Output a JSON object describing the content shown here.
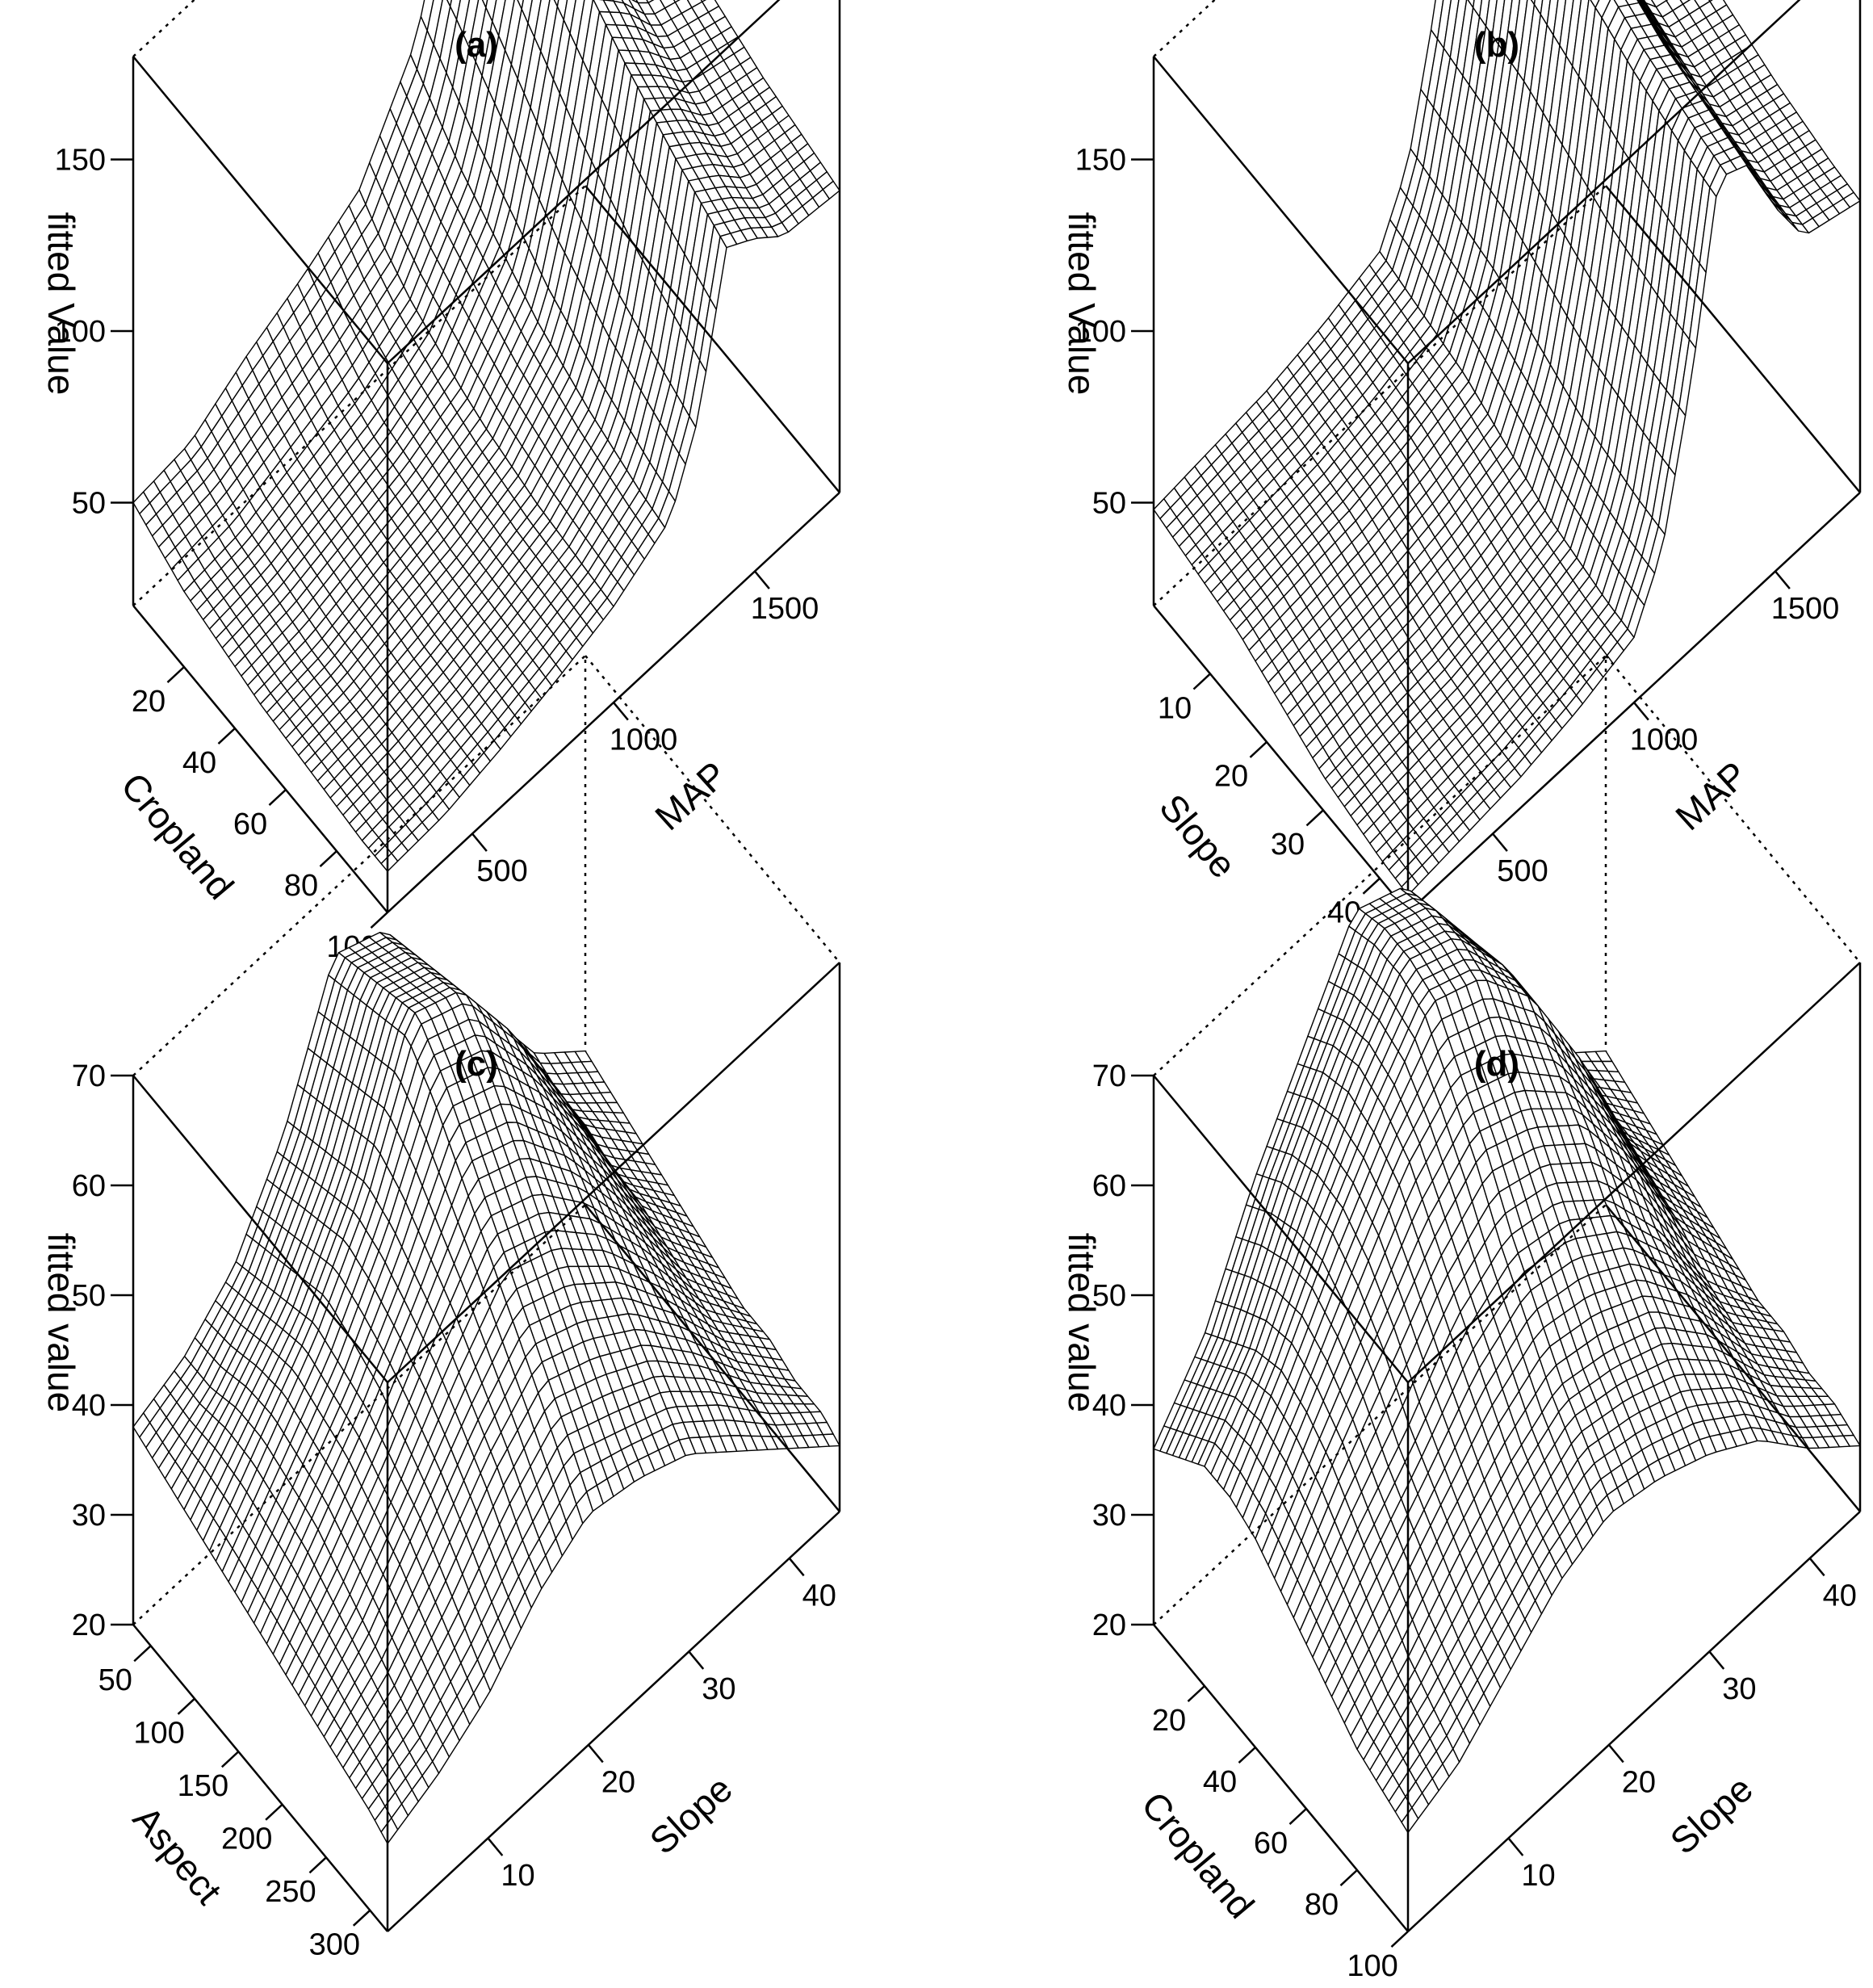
{
  "chart_data": [
    {
      "type": "surface",
      "title": "(a)",
      "xlabel": "MAP",
      "ylabel": "Cropland",
      "zlabel": "fitted Value",
      "xlim": [
        200,
        1800
      ],
      "ylim": [
        0,
        100
      ],
      "zlim": [
        20,
        180
      ],
      "xticks": [
        500,
        1000,
        1500
      ],
      "yticks": [
        20,
        40,
        60,
        80,
        100
      ],
      "zticks": [
        50,
        100,
        150
      ],
      "x": [
        200,
        400,
        600,
        800,
        1000,
        1200,
        1300,
        1400,
        1500,
        1600,
        1800
      ],
      "y": [
        0,
        10,
        20,
        30,
        40,
        50,
        60,
        70,
        80,
        90,
        100
      ],
      "z": [
        [
          50,
          52,
          62,
          70,
          80,
          108,
          140,
          176,
          166,
          150,
          140
        ],
        [
          46,
          48,
          55,
          62,
          72,
          100,
          135,
          170,
          160,
          145,
          136
        ],
        [
          42,
          44,
          50,
          56,
          66,
          92,
          128,
          164,
          154,
          140,
          132
        ],
        [
          40,
          42,
          47,
          52,
          62,
          86,
          120,
          158,
          148,
          135,
          128
        ],
        [
          38,
          40,
          45,
          50,
          58,
          80,
          112,
          152,
          142,
          130,
          124
        ],
        [
          36,
          38,
          43,
          48,
          55,
          74,
          104,
          146,
          138,
          126,
          120
        ],
        [
          35,
          37,
          42,
          46,
          53,
          70,
          98,
          140,
          132,
          122,
          117
        ],
        [
          34,
          36,
          40,
          45,
          51,
          66,
          92,
          135,
          128,
          118,
          114
        ],
        [
          33,
          35,
          39,
          44,
          50,
          63,
          88,
          130,
          124,
          115,
          112
        ],
        [
          32,
          34,
          38,
          43,
          49,
          60,
          84,
          126,
          120,
          112,
          110
        ],
        [
          32,
          33,
          37,
          42,
          48,
          58,
          80,
          122,
          117,
          110,
          108
        ]
      ]
    },
    {
      "type": "surface",
      "title": "(b)",
      "xlabel": "MAP",
      "ylabel": "Slope",
      "zlabel": "fitted Value",
      "xlim": [
        200,
        1800
      ],
      "ylim": [
        0,
        45
      ],
      "zlim": [
        20,
        180
      ],
      "xticks": [
        500,
        1000,
        1500
      ],
      "yticks": [
        10,
        20,
        30,
        40
      ],
      "zticks": [
        50,
        100,
        150
      ],
      "x": [
        200,
        400,
        600,
        800,
        1000,
        1100,
        1200,
        1300,
        1400,
        1500,
        1600,
        1800
      ],
      "y": [
        0,
        5,
        10,
        15,
        20,
        25,
        30,
        35,
        40,
        45
      ],
      "z": [
        [
          48,
          50,
          52,
          56,
          62,
          80,
          120,
          175,
          170,
          150,
          130,
          125
        ],
        [
          46,
          48,
          50,
          54,
          60,
          78,
          118,
          172,
          168,
          148,
          128,
          123
        ],
        [
          44,
          46,
          48,
          52,
          58,
          76,
          116,
          170,
          166,
          146,
          126,
          121
        ],
        [
          42,
          44,
          46,
          50,
          56,
          74,
          114,
          168,
          164,
          144,
          124,
          119
        ],
        [
          38,
          40,
          42,
          46,
          52,
          70,
          110,
          165,
          160,
          140,
          121,
          116
        ],
        [
          34,
          36,
          38,
          42,
          48,
          66,
          106,
          162,
          156,
          136,
          118,
          113
        ],
        [
          30,
          32,
          34,
          38,
          44,
          62,
          102,
          158,
          152,
          132,
          115,
          110
        ],
        [
          28,
          30,
          32,
          36,
          42,
          60,
          100,
          155,
          150,
          130,
          113,
          108
        ],
        [
          26,
          28,
          30,
          34,
          40,
          58,
          98,
          152,
          148,
          128,
          111,
          106
        ],
        [
          25,
          27,
          29,
          33,
          39,
          57,
          97,
          150,
          146,
          126,
          110,
          105
        ]
      ]
    },
    {
      "type": "surface",
      "title": "(c)",
      "xlabel": "Slope",
      "ylabel": "Aspect",
      "zlabel": "fitted value",
      "xlim": [
        0,
        45
      ],
      "ylim": [
        30,
        320
      ],
      "zlim": [
        20,
        70
      ],
      "xticks": [
        10,
        20,
        30,
        40
      ],
      "yticks": [
        50,
        100,
        150,
        200,
        250,
        300
      ],
      "zticks": [
        20,
        30,
        40,
        50,
        60,
        70
      ],
      "x": [
        0,
        5,
        10,
        15,
        20,
        25,
        30,
        35,
        40,
        45
      ],
      "y": [
        30,
        60,
        90,
        120,
        150,
        180,
        210,
        240,
        270,
        300,
        320
      ],
      "z": [
        [
          38,
          40,
          44,
          52,
          64,
          62,
          54,
          46,
          38,
          34
        ],
        [
          37,
          40,
          45,
          53,
          65,
          63,
          55,
          46,
          37,
          33
        ],
        [
          36,
          41,
          46,
          54,
          66,
          64,
          56,
          47,
          37,
          32
        ],
        [
          35,
          41,
          47,
          55,
          67,
          65,
          57,
          47,
          36,
          31
        ],
        [
          34,
          40,
          46,
          54,
          64,
          62,
          55,
          46,
          36,
          30
        ],
        [
          33,
          39,
          45,
          52,
          60,
          58,
          52,
          44,
          35,
          29
        ],
        [
          32,
          37,
          43,
          50,
          56,
          54,
          49,
          42,
          34,
          28
        ],
        [
          31,
          35,
          41,
          47,
          52,
          50,
          46,
          40,
          33,
          28
        ],
        [
          30,
          33,
          38,
          44,
          48,
          46,
          43,
          38,
          32,
          27
        ],
        [
          29,
          31,
          35,
          40,
          44,
          42,
          40,
          36,
          31,
          27
        ],
        [
          28,
          30,
          33,
          38,
          41,
          40,
          38,
          34,
          30,
          26
        ]
      ]
    },
    {
      "type": "surface",
      "title": "(d)",
      "xlabel": "Slope",
      "ylabel": "Cropland",
      "zlabel": "fitted value",
      "xlim": [
        0,
        45
      ],
      "ylim": [
        0,
        100
      ],
      "zlim": [
        20,
        70
      ],
      "xticks": [
        10,
        20,
        30,
        40
      ],
      "yticks": [
        20,
        40,
        60,
        80,
        100
      ],
      "zticks": [
        20,
        30,
        40,
        50,
        60,
        70
      ],
      "x": [
        0,
        5,
        10,
        15,
        20,
        25,
        30,
        35,
        40,
        45
      ],
      "y": [
        0,
        10,
        20,
        30,
        40,
        50,
        60,
        70,
        80,
        90,
        100
      ],
      "z": [
        [
          36,
          42,
          52,
          60,
          68,
          66,
          58,
          48,
          38,
          34
        ],
        [
          38,
          44,
          54,
          62,
          69,
          67,
          59,
          49,
          38,
          33
        ],
        [
          40,
          46,
          55,
          63,
          69,
          67,
          60,
          50,
          38,
          32
        ],
        [
          40,
          47,
          55,
          62,
          68,
          66,
          60,
          50,
          38,
          31
        ],
        [
          39,
          46,
          53,
          60,
          64,
          62,
          57,
          48,
          37,
          30
        ],
        [
          37,
          44,
          50,
          56,
          60,
          58,
          54,
          46,
          36,
          29
        ],
        [
          35,
          41,
          46,
          52,
          55,
          54,
          50,
          43,
          34,
          28
        ],
        [
          33,
          38,
          43,
          48,
          51,
          50,
          47,
          41,
          33,
          28
        ],
        [
          31,
          35,
          40,
          44,
          47,
          46,
          44,
          39,
          32,
          27
        ],
        [
          30,
          33,
          37,
          41,
          44,
          43,
          41,
          37,
          31,
          27
        ],
        [
          29,
          31,
          35,
          39,
          41,
          40,
          38,
          35,
          30,
          26
        ]
      ]
    }
  ]
}
